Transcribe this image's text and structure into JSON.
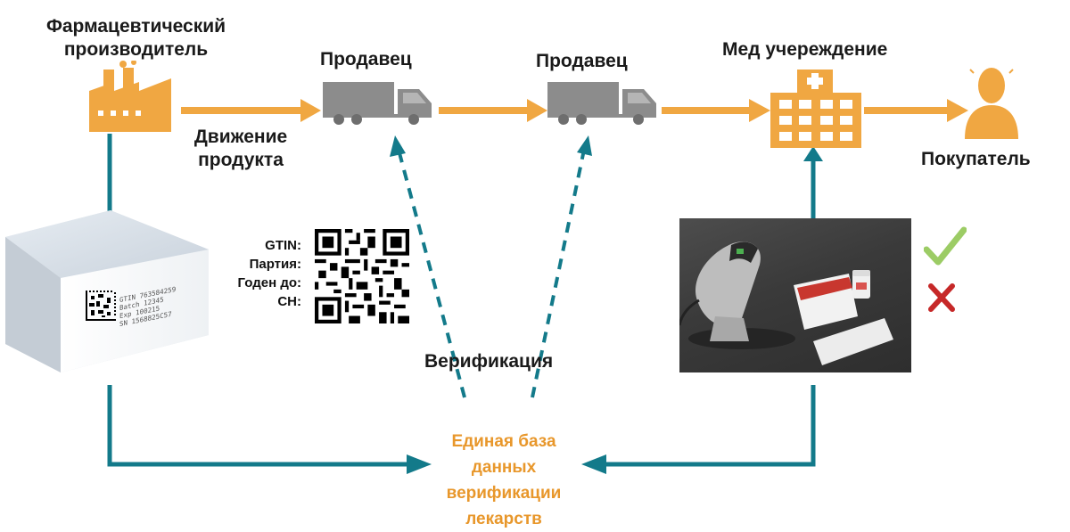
{
  "nodes": {
    "manufacturer": "Фармацевтический производитель",
    "seller1": "Продавец",
    "seller2": "Продавец",
    "medical": "Мед учереждение",
    "buyer": "Покупатель"
  },
  "flow_label": "Движение продукта",
  "verification_label": "Верификация",
  "database_label": "Единая база данных верификации лекарств",
  "qr_fields": [
    "GTIN:",
    "Партия:",
    "Годен до:",
    "СН:"
  ],
  "box_text": [
    "GTIN 763584259",
    "Batch 12345",
    "Exp 100215",
    "SN 1568825C57"
  ],
  "status": {
    "valid": "check-icon",
    "invalid": "cross-icon"
  },
  "colors": {
    "flow_arrow": "#f0a742",
    "data_arrow": "#137a8a",
    "icon": "#f0a742",
    "truck": "#8c8c8c",
    "db_text": "#e8972b"
  }
}
